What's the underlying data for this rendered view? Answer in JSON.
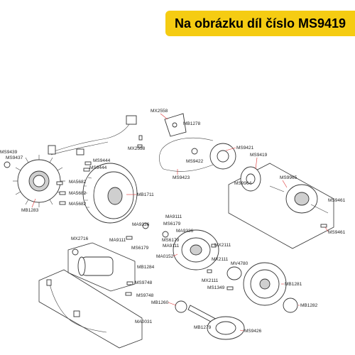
{
  "banner": {
    "text": "Na obrázku díl číslo MS9419"
  },
  "labels": {
    "MS9439": "MS9439",
    "MS9437": "MS9437",
    "MB1283": "MB1283",
    "MS9444a": "MS9444",
    "MS9444b": "MS9444",
    "MA5682a": "MA5682",
    "MA5682b": "MA5682",
    "MA5682c": "MA5682",
    "MB1711": "MB1711",
    "MX2558a": "MX2558",
    "MB1278": "MB1278",
    "MX2558b": "MX2558",
    "MS9421": "MS9421",
    "MS9422": "MS9422",
    "MS9423": "MS9423",
    "MS9419": "MS9419",
    "MS9965": "MS9965",
    "MS9964": "MS9964",
    "MS9461a": "MS9461",
    "MS9461b": "MS9461",
    "MA9111a": "MA9111",
    "MS6179a": "MS6179",
    "MA9336a": "MA9336",
    "MA9336b": "MA9336",
    "MX2716": "MX2716",
    "MA9111b": "MA9111",
    "MS6179b": "MS6179",
    "MS6179c": "MS6179",
    "MA9111c": "MA9111",
    "MX2111a": "MX2111",
    "MA0152": "MA0152",
    "MX2111b": "MX2111",
    "MV4780": "MV4780",
    "MB1284": "MB1284",
    "MS9748a": "MS9748",
    "MS9748b": "MS9748",
    "MX2111c": "MX2111",
    "MS1349": "MS1349",
    "MB1281": "MB1281",
    "MB1260": "MB1260",
    "MB1282": "MB1282",
    "MA0031": "MA0031",
    "MB1279": "MB1279",
    "MS9426": "MS9426"
  },
  "colors": {
    "banner_bg": "#f5cc12",
    "leader": "#dd3333"
  }
}
